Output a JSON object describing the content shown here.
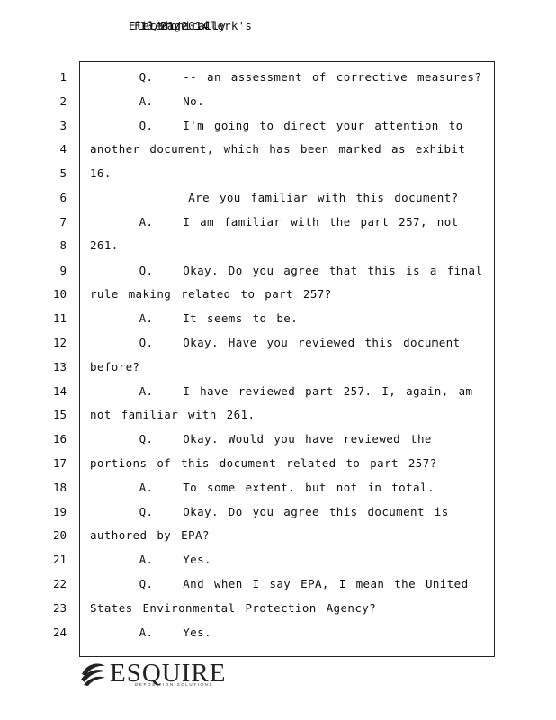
{
  "header": {
    "overlapping_text": [
      "Electronically",
      "Filed",
      "Clerk's",
      "10/21/2014",
      "Page 1"
    ]
  },
  "transcript": {
    "lines": [
      {
        "no": "1",
        "text": "     Q.   -- an assessment of corrective measures?"
      },
      {
        "no": "2",
        "text": "     A.   No."
      },
      {
        "no": "3",
        "text": "     Q.   I'm going to direct your attention to"
      },
      {
        "no": "4",
        "text": "another document, which has been marked as exhibit"
      },
      {
        "no": "5",
        "text": "16."
      },
      {
        "no": "6",
        "text": "          Are you familiar with this document?"
      },
      {
        "no": "7",
        "text": "     A.   I am familiar with the part 257, not"
      },
      {
        "no": "8",
        "text": "261."
      },
      {
        "no": "9",
        "text": "     Q.   Okay. Do you agree that this is a final"
      },
      {
        "no": "10",
        "text": "rule making related to part 257?"
      },
      {
        "no": "11",
        "text": "     A.   It seems to be."
      },
      {
        "no": "12",
        "text": "     Q.   Okay. Have you reviewed this document"
      },
      {
        "no": "13",
        "text": "before?"
      },
      {
        "no": "14",
        "text": "     A.   I have reviewed part 257. I, again, am"
      },
      {
        "no": "15",
        "text": "not familiar with 261."
      },
      {
        "no": "16",
        "text": "     Q.   Okay. Would you have reviewed the"
      },
      {
        "no": "17",
        "text": "portions of this document related to part 257?"
      },
      {
        "no": "18",
        "text": "     A.   To some extent, but not in total."
      },
      {
        "no": "19",
        "text": "     Q.   Okay. Do you agree this document is"
      },
      {
        "no": "20",
        "text": "authored by EPA?"
      },
      {
        "no": "21",
        "text": "     A.   Yes."
      },
      {
        "no": "22",
        "text": "     Q.   And when I say EPA, I mean the United"
      },
      {
        "no": "23",
        "text": "States Environmental Protection Agency?"
      },
      {
        "no": "24",
        "text": "     A.   Yes."
      }
    ]
  },
  "logo": {
    "name": "ESQUIRE",
    "subtitle": "DEPOSITION SOLUTIONS"
  }
}
